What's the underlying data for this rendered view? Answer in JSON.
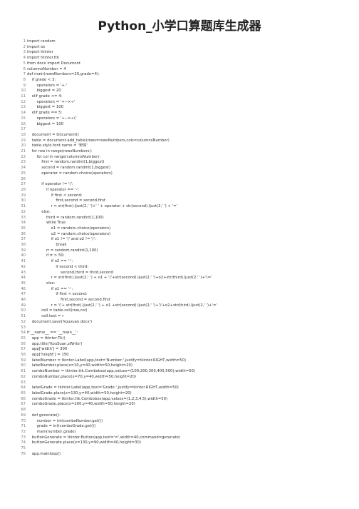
{
  "document": {
    "title": "Python_小学口算题库生成器",
    "code_lines": [
      {
        "n": "1",
        "t": "import random"
      },
      {
        "n": "2",
        "t": "import os"
      },
      {
        "n": "3",
        "t": "import tkinter"
      },
      {
        "n": "4",
        "t": "import tkinter.ttk"
      },
      {
        "n": "5",
        "t": "from docx import Document"
      },
      {
        "n": "6",
        "t": "columnsNumber = 4"
      },
      {
        "n": "7",
        "t": "def main(rowsNumbers=20,grade=4):"
      },
      {
        "n": "8",
        "t": "    if grade < 3:"
      },
      {
        "n": "9",
        "t": "        operators = '+-'"
      },
      {
        "n": "10",
        "t": "        biggest = 20"
      },
      {
        "n": "11",
        "t": "    elif grade <= 4:"
      },
      {
        "n": "12",
        "t": "        operators = '+−×÷'"
      },
      {
        "n": "13",
        "t": "        biggest = 100"
      },
      {
        "n": "14",
        "t": "    elif grade == 5:"
      },
      {
        "n": "15",
        "t": "        operators = '+−×÷('"
      },
      {
        "n": "16",
        "t": "        biggest = 100"
      },
      {
        "n": "17",
        "t": ""
      },
      {
        "n": "18",
        "t": "    document = Document()"
      },
      {
        "n": "19",
        "t": "    table = document.add_table(rows=rowsNumbers,cols=columnsNumber)"
      },
      {
        "n": "20",
        "t": "    table.style.font.name = '宋体'"
      },
      {
        "n": "21",
        "t": "    for row in range(rowsNumbers):"
      },
      {
        "n": "22",
        "t": "        for col in range(columnsNumber):"
      },
      {
        "n": "23",
        "t": "            first = random.randint(1,biggest)"
      },
      {
        "n": "24",
        "t": "            second = random.randint(1,biggest)"
      },
      {
        "n": "25",
        "t": "            operator = random.choice(operators)"
      },
      {
        "n": "26",
        "t": ""
      },
      {
        "n": "27",
        "t": "            if operator != '(':"
      },
      {
        "n": "28",
        "t": "                if operator == '-':"
      },
      {
        "n": "29",
        "t": "                    if first < second:"
      },
      {
        "n": "30",
        "t": "                        first,second = second,first"
      },
      {
        "n": "31",
        "t": "                    r = str(first).ljust(2,' ')+' ' + operator + str(second).ljust(2,' ') + '='"
      },
      {
        "n": "32",
        "t": "            else:"
      },
      {
        "n": "33",
        "t": "                third = random.randint(1,100)"
      },
      {
        "n": "34",
        "t": "                while True:"
      },
      {
        "n": "35",
        "t": "                    o1 = random.choice(operators)"
      },
      {
        "n": "36",
        "t": "                    o2 = random.choice(operators)"
      },
      {
        "n": "37",
        "t": "                    if o1 != '(' and o2 != '(':"
      },
      {
        "n": "38",
        "t": "                        break"
      },
      {
        "n": "39",
        "t": "                rr = random.randint(1,100)"
      },
      {
        "n": "40",
        "t": "                if rr > 50:"
      },
      {
        "n": "41",
        "t": "                    if o2 == '-':"
      },
      {
        "n": "42",
        "t": "                        if second < third:"
      },
      {
        "n": "43",
        "t": "                            second,third = third,second"
      },
      {
        "n": "44",
        "t": "                    r = str(first).ljust(2,' ') + o1 + '('+str(second).ljust(2,' ')+o2+str(third).ljust(2,' ')+')='"
      },
      {
        "n": "45",
        "t": "                else:"
      },
      {
        "n": "46",
        "t": "                    if o1 == '-':"
      },
      {
        "n": "47",
        "t": "                        if first < second:"
      },
      {
        "n": "48",
        "t": "                            first,second = second,first"
      },
      {
        "n": "49",
        "t": "                    r = '('+ str(first).ljust(2,' ') + o1 +str(second).ljust(2,' ')+')'+o2+str(third).ljust(2,' ')+'='"
      },
      {
        "n": "50",
        "t": "            cell = table.cell(row,col)"
      },
      {
        "n": "51",
        "t": "            cell.text = r"
      },
      {
        "n": "52",
        "t": "    document.save('kousuan.docx')"
      },
      {
        "n": "53",
        "t": ""
      },
      {
        "n": "54",
        "t": "if __name__ == '__main__':"
      },
      {
        "n": "55",
        "t": "    app = tkinter.Tk()"
      },
      {
        "n": "56",
        "t": "    app.title('KouSuan,zWrite')"
      },
      {
        "n": "57",
        "t": "    app['width'] = 300"
      },
      {
        "n": "58",
        "t": "    app['height'] = 150"
      },
      {
        "n": "59",
        "t": "    labelNumber = tkinter.Label(app,text='Number:',justify=tkinter.RIGHT,width=50)"
      },
      {
        "n": "60",
        "t": "    labelNumber.place(x=10,y=40,width=50,height=20)"
      },
      {
        "n": "61",
        "t": "    comboNumber = tkinter.ttk.Combobox(app,values=(100,200,300,400,500),width=50)"
      },
      {
        "n": "62",
        "t": "    comboNumber.place(x=70,y=40,width=50,height=20)"
      },
      {
        "n": "63",
        "t": ""
      },
      {
        "n": "64",
        "t": "    labelGrade = tkinter.Label(app,text='Grade:',justify=tkinter.RIGHT,width=50)"
      },
      {
        "n": "65",
        "t": "    labelGrade.place(x=130,y=40,width=50,height=20)"
      },
      {
        "n": "66",
        "t": "    comboGrade = tkinter.ttk.Combobox(app,values=(1,2,3,4,5),width=50)"
      },
      {
        "n": "67",
        "t": "    comboGrade.place(x=200,y=40,width=50,height=20)"
      },
      {
        "n": "68",
        "t": ""
      },
      {
        "n": "69",
        "t": "    def generate():"
      },
      {
        "n": "70",
        "t": "        number = int(comboNumber.get())"
      },
      {
        "n": "71",
        "t": "        grade = int(comboGrade.get())"
      },
      {
        "n": "72",
        "t": "        main(number,grade)"
      },
      {
        "n": "73",
        "t": "    buttonGenerate = tkinter.Button(app,text='=',width=40,command=generate)"
      },
      {
        "n": "74",
        "t": "    buttonGenerate.place(x=130,y=90,width=40,height=30)"
      },
      {
        "n": "75",
        "t": ""
      },
      {
        "n": "76",
        "t": "    app.mainloop()"
      }
    ]
  }
}
